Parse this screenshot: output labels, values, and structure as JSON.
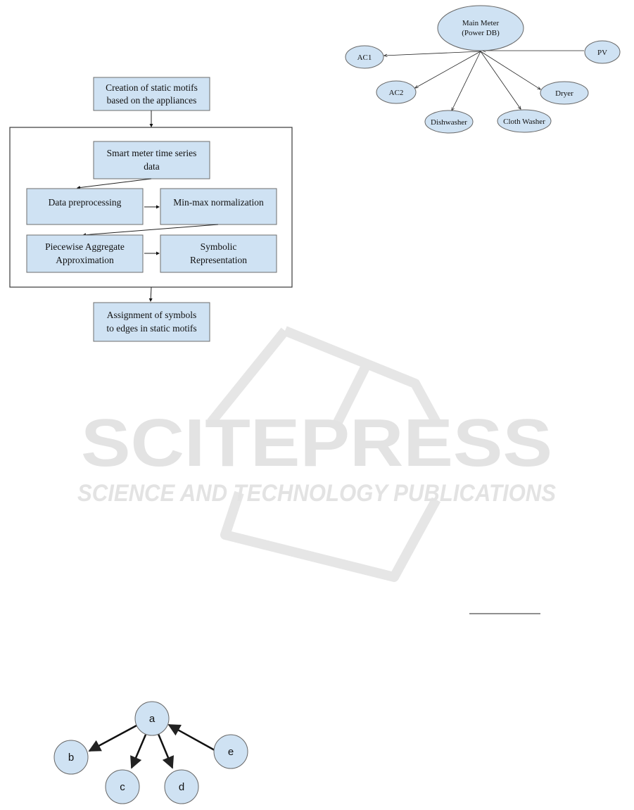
{
  "watermark": {
    "brand": "SCITEPRESS",
    "tagline": "SCIENCE AND TECHNOLOGY PUBLICATIONS"
  },
  "flowchart": {
    "top_box": [
      "Creation of static motifs",
      "based on the appliances"
    ],
    "smart_meter_box": [
      "Smart meter time series",
      "data"
    ],
    "preprocessing_box": [
      "Data preprocessing"
    ],
    "normalization_box": [
      "Min-max normalization"
    ],
    "paa_box": [
      "Piecewise Aggregate",
      "Approximation"
    ],
    "symbolic_box": [
      "Symbolic",
      "Representation"
    ],
    "bottom_box": [
      "Assignment of symbols",
      "to edges in static motifs"
    ]
  },
  "graph": {
    "main_meter": [
      "Main Meter",
      "(Power DB)"
    ],
    "ac1": "AC1",
    "ac2": "AC2",
    "dishwasher": "Dishwasher",
    "cloth_washer": "Cloth Washer",
    "dryer": "Dryer",
    "pv": "PV"
  },
  "motif": {
    "a": "a",
    "b": "b",
    "c": "c",
    "d": "d",
    "e": "e"
  }
}
